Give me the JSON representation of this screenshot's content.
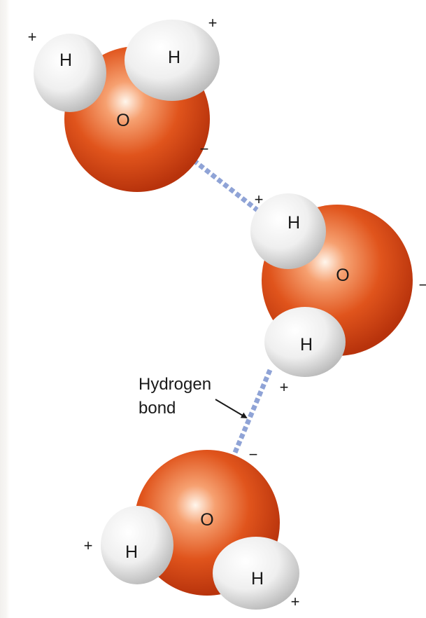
{
  "colors": {
    "oxygen": "#e0541c",
    "hydrogen": "#e9e9e9",
    "bond": "#8fa3d6",
    "text": "#1a1a1a"
  },
  "atom_symbols": {
    "oxygen": "O",
    "hydrogen": "H"
  },
  "charges": {
    "positive": "+",
    "negative": "−"
  },
  "label": {
    "line1": "Hydrogen",
    "line2": "bond"
  }
}
